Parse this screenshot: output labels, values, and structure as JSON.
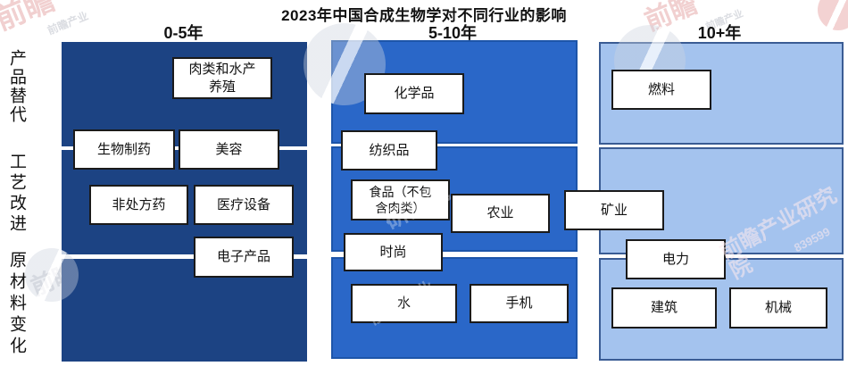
{
  "title": "2023年中国合成生物学对不同行业的影响",
  "columns": [
    {
      "label": "0-5年"
    },
    {
      "label": "5-10年"
    },
    {
      "label": "10+年"
    }
  ],
  "impact_rows": [
    {
      "label": "产品替代"
    },
    {
      "label": "工艺改进"
    },
    {
      "label": "原材料变化"
    }
  ],
  "boxes": [
    {
      "label": "肉类和水产\n养殖"
    },
    {
      "label": "生物制药"
    },
    {
      "label": "美容"
    },
    {
      "label": "非处方药"
    },
    {
      "label": "医疗设备"
    },
    {
      "label": "电子产品"
    },
    {
      "label": "化学品"
    },
    {
      "label": "纺织品"
    },
    {
      "label": "食品（不包\n含肉类）"
    },
    {
      "label": "农业"
    },
    {
      "label": "矿业"
    },
    {
      "label": "时尚"
    },
    {
      "label": "水"
    },
    {
      "label": "手机"
    },
    {
      "label": "燃料"
    },
    {
      "label": "电力"
    },
    {
      "label": "建筑"
    },
    {
      "label": "机械"
    }
  ],
  "colors": {
    "horizon_0_5": "#1c4383",
    "horizon_5_10": "#2a67c8",
    "horizon_10_plus": "#a4c3ee",
    "box_fill": "#ffffff",
    "box_border": "#1a1a1a"
  },
  "watermark": {
    "brand": "前瞻",
    "full_name": "前瞻产业研究院",
    "partial": "前瞻产业",
    "suffix": "研究院",
    "code": "839599"
  },
  "chart_data": {
    "type": "table",
    "title": "2023年中国合成生物学对不同行业的影响",
    "columns": [
      "0-5年",
      "5-10年",
      "10+年"
    ],
    "rows": [
      "产品替代",
      "工艺改进",
      "原材料变化"
    ],
    "column_colors": [
      "#1c4383",
      "#2a67c8",
      "#a4c3ee"
    ],
    "cells": [
      {
        "industry": "肉类和水产养殖",
        "columns": [
          "0-5年"
        ],
        "rows": [
          "产品替代"
        ]
      },
      {
        "industry": "生物制药",
        "columns": [
          "0-5年"
        ],
        "rows": [
          "产品替代",
          "工艺改进"
        ]
      },
      {
        "industry": "美容",
        "columns": [
          "0-5年"
        ],
        "rows": [
          "产品替代",
          "工艺改进"
        ]
      },
      {
        "industry": "非处方药",
        "columns": [
          "0-5年"
        ],
        "rows": [
          "工艺改进"
        ]
      },
      {
        "industry": "医疗设备",
        "columns": [
          "0-5年"
        ],
        "rows": [
          "工艺改进"
        ]
      },
      {
        "industry": "电子产品",
        "columns": [
          "0-5年"
        ],
        "rows": [
          "工艺改进",
          "原材料变化"
        ]
      },
      {
        "industry": "化学品",
        "columns": [
          "5-10年"
        ],
        "rows": [
          "产品替代"
        ]
      },
      {
        "industry": "纺织品",
        "columns": [
          "5-10年"
        ],
        "rows": [
          "产品替代",
          "工艺改进"
        ]
      },
      {
        "industry": "食品（不包含肉类）",
        "columns": [
          "5-10年"
        ],
        "rows": [
          "工艺改进"
        ]
      },
      {
        "industry": "农业",
        "columns": [
          "5-10年"
        ],
        "rows": [
          "工艺改进"
        ]
      },
      {
        "industry": "矿业",
        "columns": [
          "5-10年",
          "10+年"
        ],
        "rows": [
          "工艺改进"
        ]
      },
      {
        "industry": "时尚",
        "columns": [
          "5-10年"
        ],
        "rows": [
          "工艺改进",
          "原材料变化"
        ]
      },
      {
        "industry": "水",
        "columns": [
          "5-10年"
        ],
        "rows": [
          "原材料变化"
        ]
      },
      {
        "industry": "手机",
        "columns": [
          "5-10年"
        ],
        "rows": [
          "原材料变化"
        ]
      },
      {
        "industry": "燃料",
        "columns": [
          "10+年"
        ],
        "rows": [
          "产品替代"
        ]
      },
      {
        "industry": "电力",
        "columns": [
          "10+年"
        ],
        "rows": [
          "工艺改进",
          "原材料变化"
        ]
      },
      {
        "industry": "建筑",
        "columns": [
          "10+年"
        ],
        "rows": [
          "原材料变化"
        ]
      },
      {
        "industry": "机械",
        "columns": [
          "10+年"
        ],
        "rows": [
          "原材料变化"
        ]
      }
    ]
  }
}
